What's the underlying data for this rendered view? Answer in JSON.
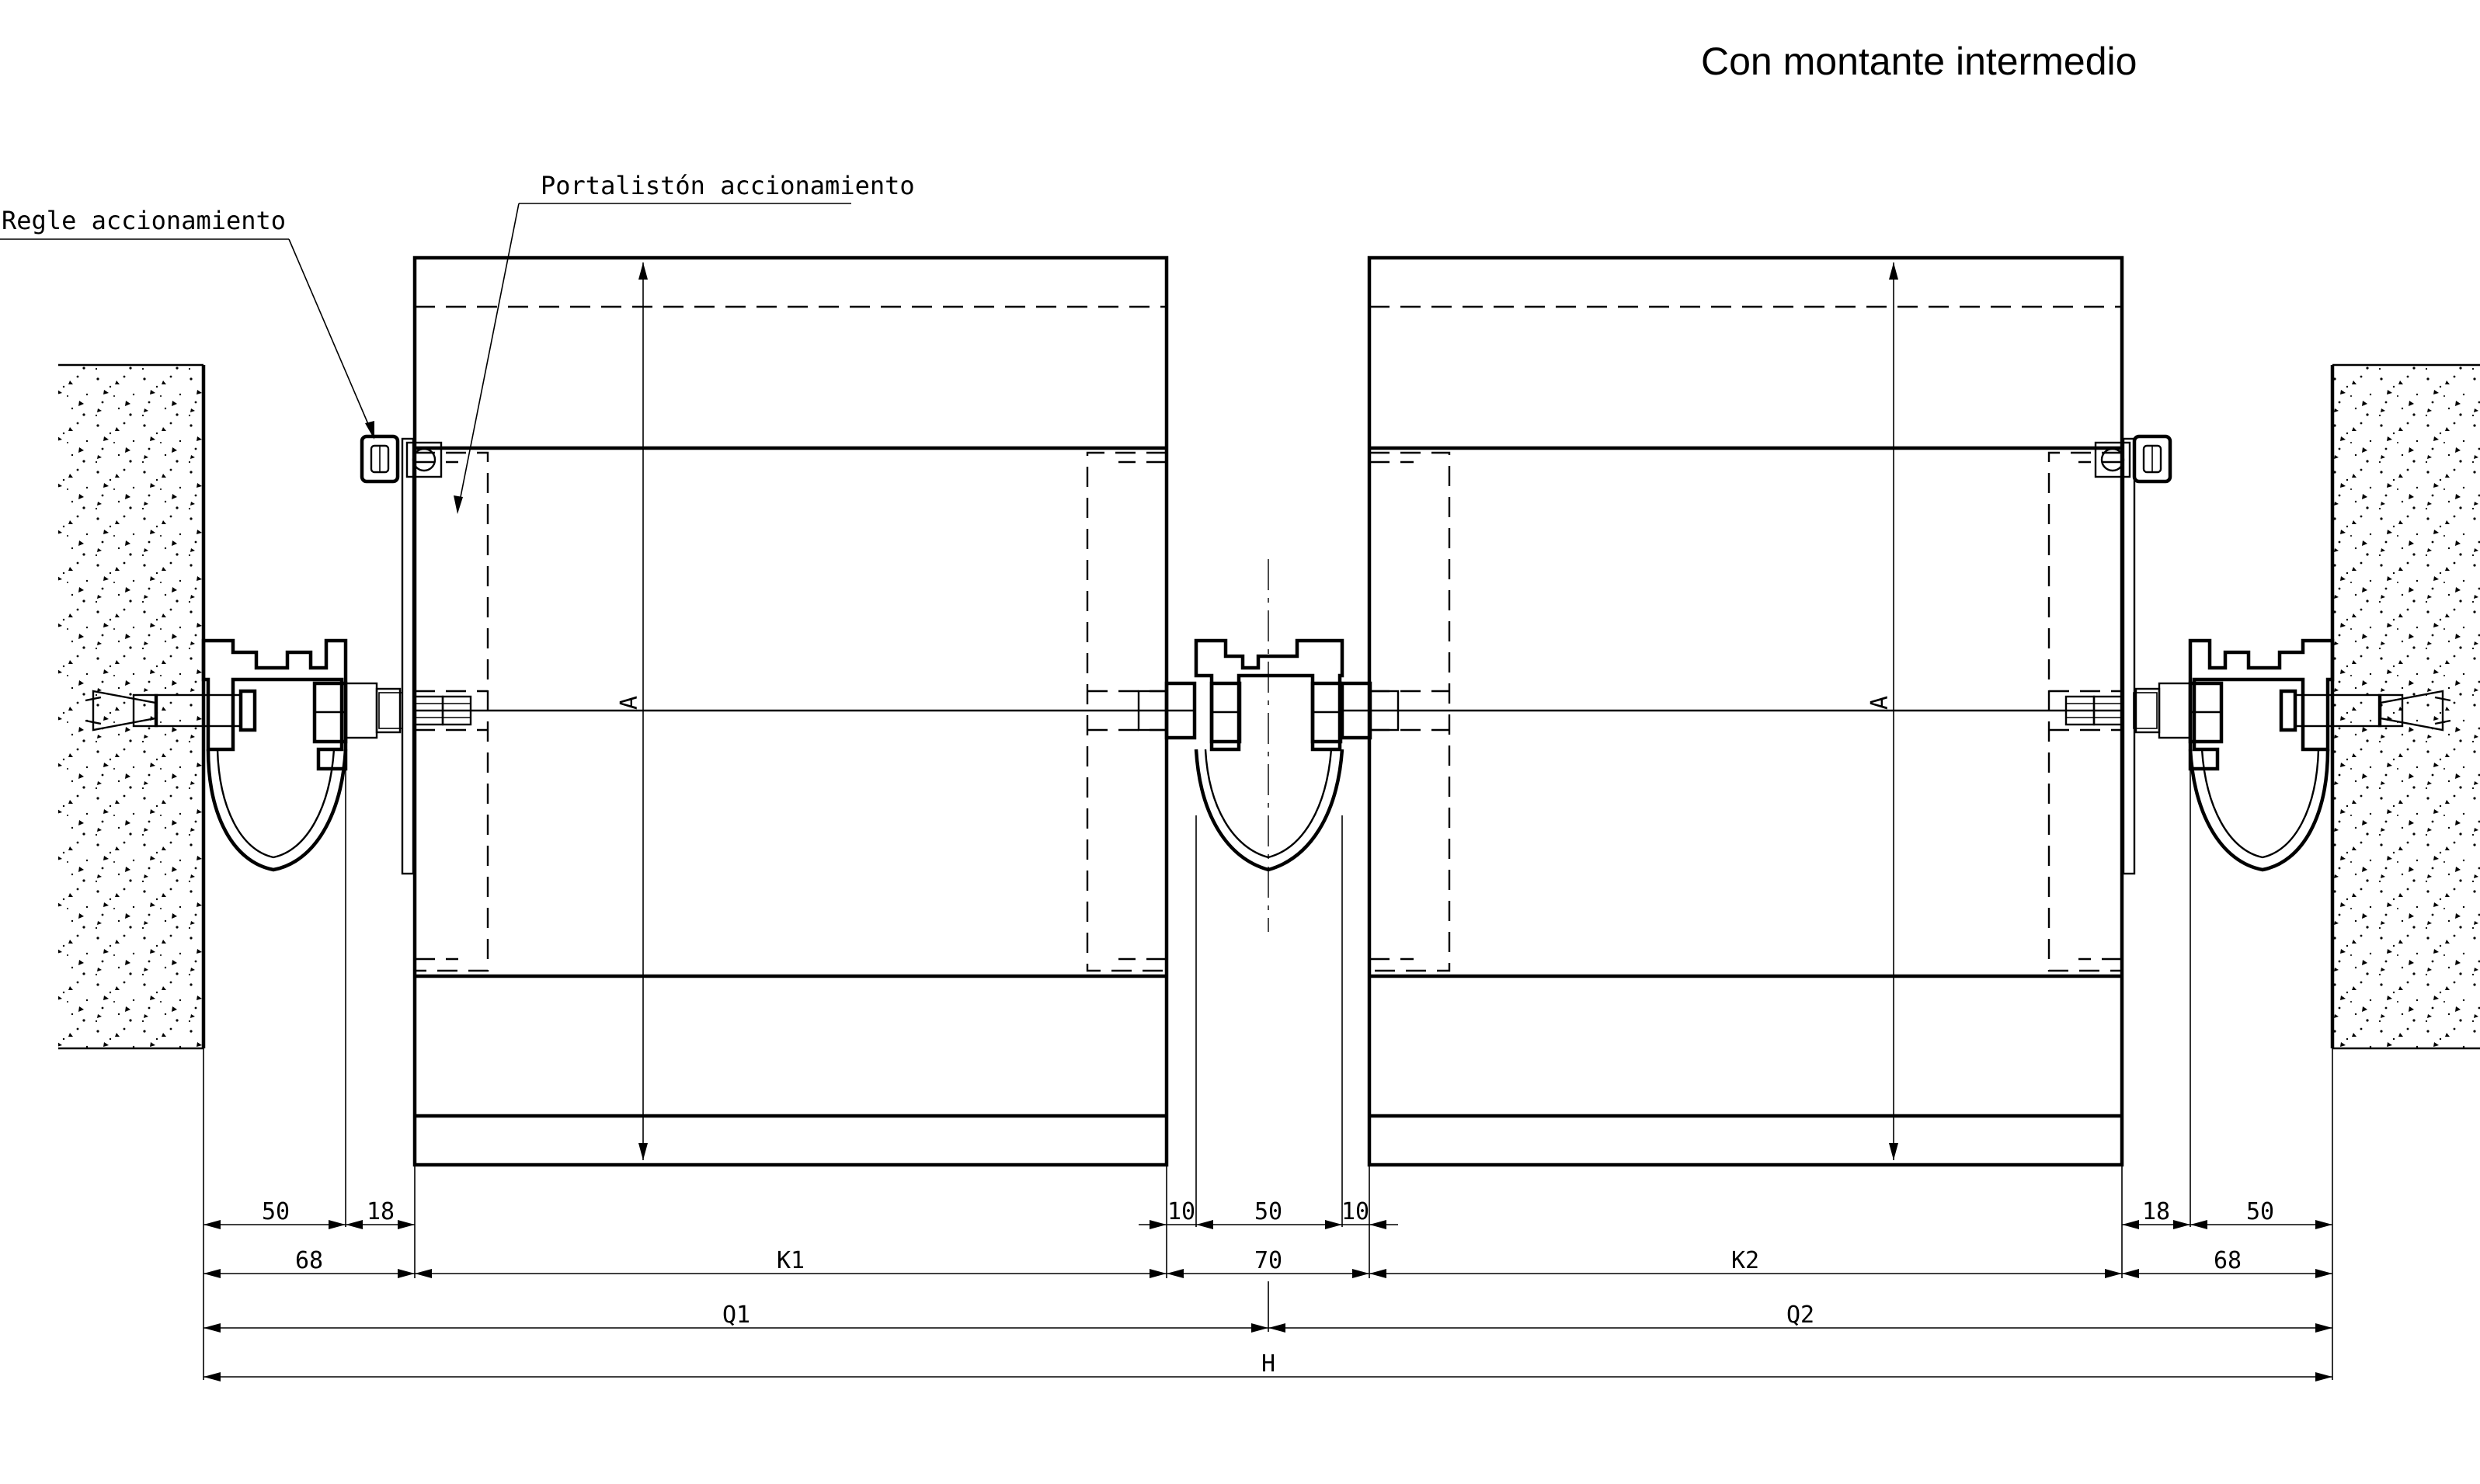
{
  "title": "Con montante intermedio",
  "labels": {
    "regle": "Regle accionamiento",
    "portaliston": "Portalistón accionamiento"
  },
  "dimensions": {
    "d50_left": "50",
    "d18_left": "18",
    "d68_left": "68",
    "k1": "K1",
    "d10_a": "10",
    "d50_mid": "50",
    "d10_b": "10",
    "d70": "70",
    "k2": "K2",
    "d18_right": "18",
    "d50_right": "50",
    "d68_right": "68",
    "q1": "Q1",
    "q2": "Q2",
    "h": "H",
    "a_left": "A",
    "a_right": "A"
  }
}
